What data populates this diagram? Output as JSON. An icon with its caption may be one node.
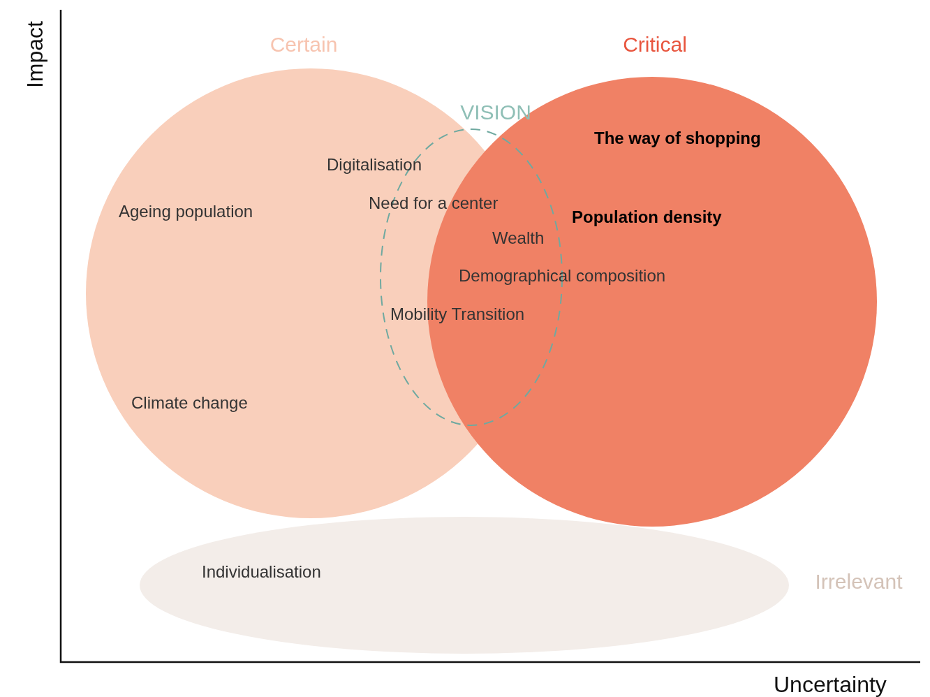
{
  "diagram": {
    "nodes": [
      {
        "text": [
          "Certain"
        ]
      },
      {
        "text": [
          "Critical"
        ]
      },
      {
        "text": [
          "VISION"
        ]
      },
      {
        "text": [
          "Irrelevant"
        ]
      }
    ],
    "edges": [],
    "labels": [
      "Impact",
      "The way of shopping",
      "Digitalisation",
      "Need for a center",
      "Ageing population",
      "Population density",
      "Wealth",
      "Demographical composition",
      "Mobility Transition",
      "Climate change",
      "Individualisation",
      "Uncertainty"
    ]
  }
}
